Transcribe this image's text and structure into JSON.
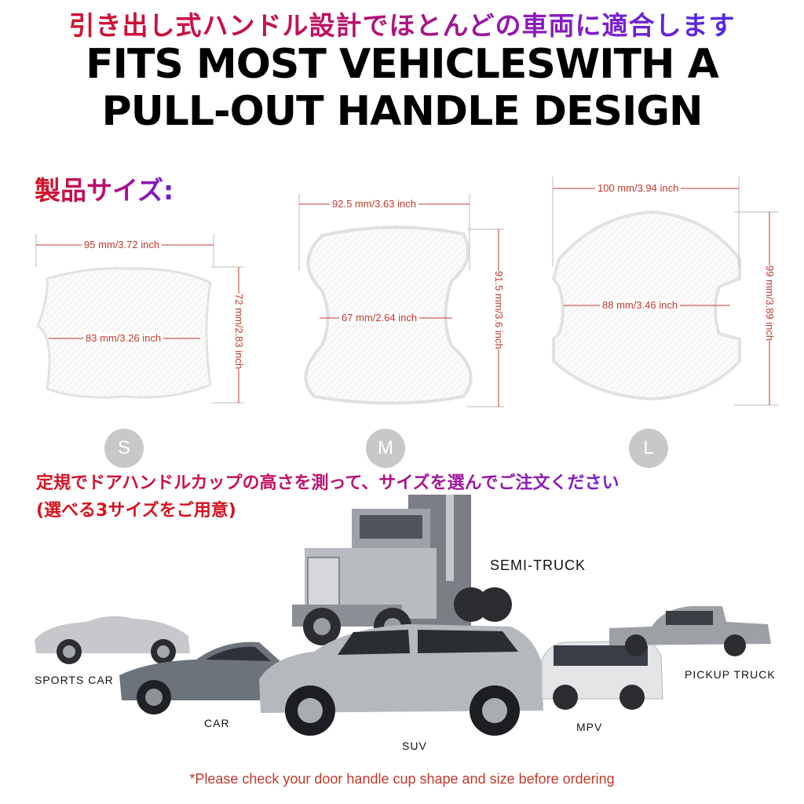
{
  "header": {
    "jp_title": "引き出し式ハンドル設計でほとんどの車両に適合します",
    "en_title_line1": "FITS MOST VEHICLESWITH A",
    "en_title_line2": "PULL-OUT HANDLE DESIGN"
  },
  "sizes": {
    "title": "製品サイズ:",
    "items": [
      {
        "badge": "S",
        "width": "95 mm/3.72 inch",
        "inner": "83 mm/3.26 inch",
        "height": "72 mm/2.83 inch"
      },
      {
        "badge": "M",
        "width": "92.5 mm/3.63 inch",
        "inner": "67 mm/2.64 inch",
        "height": "91.5 mm/3.6 inch"
      },
      {
        "badge": "L",
        "width": "100 mm/3.94 inch",
        "inner": "88 mm/3.46 inch",
        "height": "99 mm/3.89 inch"
      }
    ]
  },
  "instructions": {
    "line1": "定規でドアハンドルカップの高さを測って、サイズを選んでご注文ください",
    "line2": "(選べる3サイズをご用意)"
  },
  "vehicles": {
    "semi_truck": "SEMI-TRUCK",
    "sports_car": "SPORTS CAR",
    "car": "CAR",
    "suv": "SUV",
    "mpv": "MPV",
    "pickup_truck": "PICKUP TRUCK"
  },
  "footer": "*Please check your door handle cup shape and size before ordering",
  "colors": {
    "accent_red": "#d4141e",
    "accent_purple": "#7a1fd0",
    "dimension": "#c0392b",
    "badge": "#c8c8c8"
  }
}
